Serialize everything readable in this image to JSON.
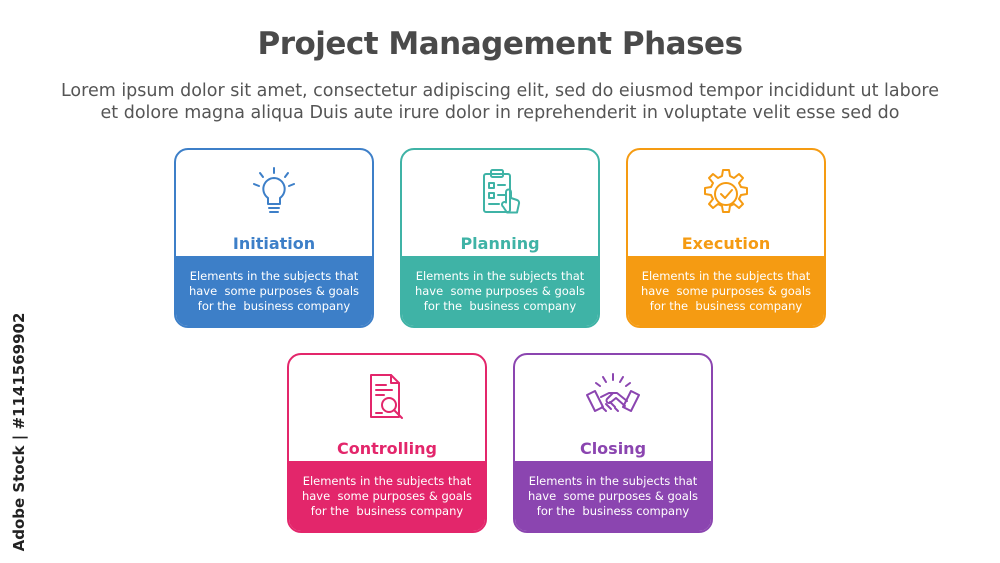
{
  "title": "Project Management Phases",
  "subtitle": {
    "line1": "Lorem ipsum dolor sit amet, consectetur adipiscing elit, sed do eiusmod tempor incididunt ut labore",
    "line2": "et dolore magna aliqua Duis aute irure dolor in reprehenderit in voluptate velit esse sed do"
  },
  "phases": [
    {
      "label": "Initiation",
      "color": "#3d7fc8",
      "icon": "lightbulb-icon",
      "desc": [
        "Elements in the subjects that",
        "have  some purposes & goals",
        "for the  business company"
      ]
    },
    {
      "label": "Planning",
      "color": "#3fb3a6",
      "icon": "clipboard-checklist-icon",
      "desc": [
        "Elements in the subjects that",
        "have  some purposes & goals",
        "for the  business company"
      ]
    },
    {
      "label": "Execution",
      "color": "#f59b12",
      "icon": "gear-check-icon",
      "desc": [
        "Elements in the subjects that",
        "have  some purposes & goals",
        "for the  business company"
      ]
    },
    {
      "label": "Controlling",
      "color": "#e3266b",
      "icon": "document-magnifier-icon",
      "desc": [
        "Elements in the subjects that",
        "have  some purposes & goals",
        "for the  business company"
      ]
    },
    {
      "label": "Closing",
      "color": "#8b45b0",
      "icon": "handshake-icon",
      "desc": [
        "Elements in the subjects that",
        "have  some purposes & goals",
        "for the  business company"
      ]
    }
  ],
  "watermark": "Adobe Stock | #1141569902"
}
